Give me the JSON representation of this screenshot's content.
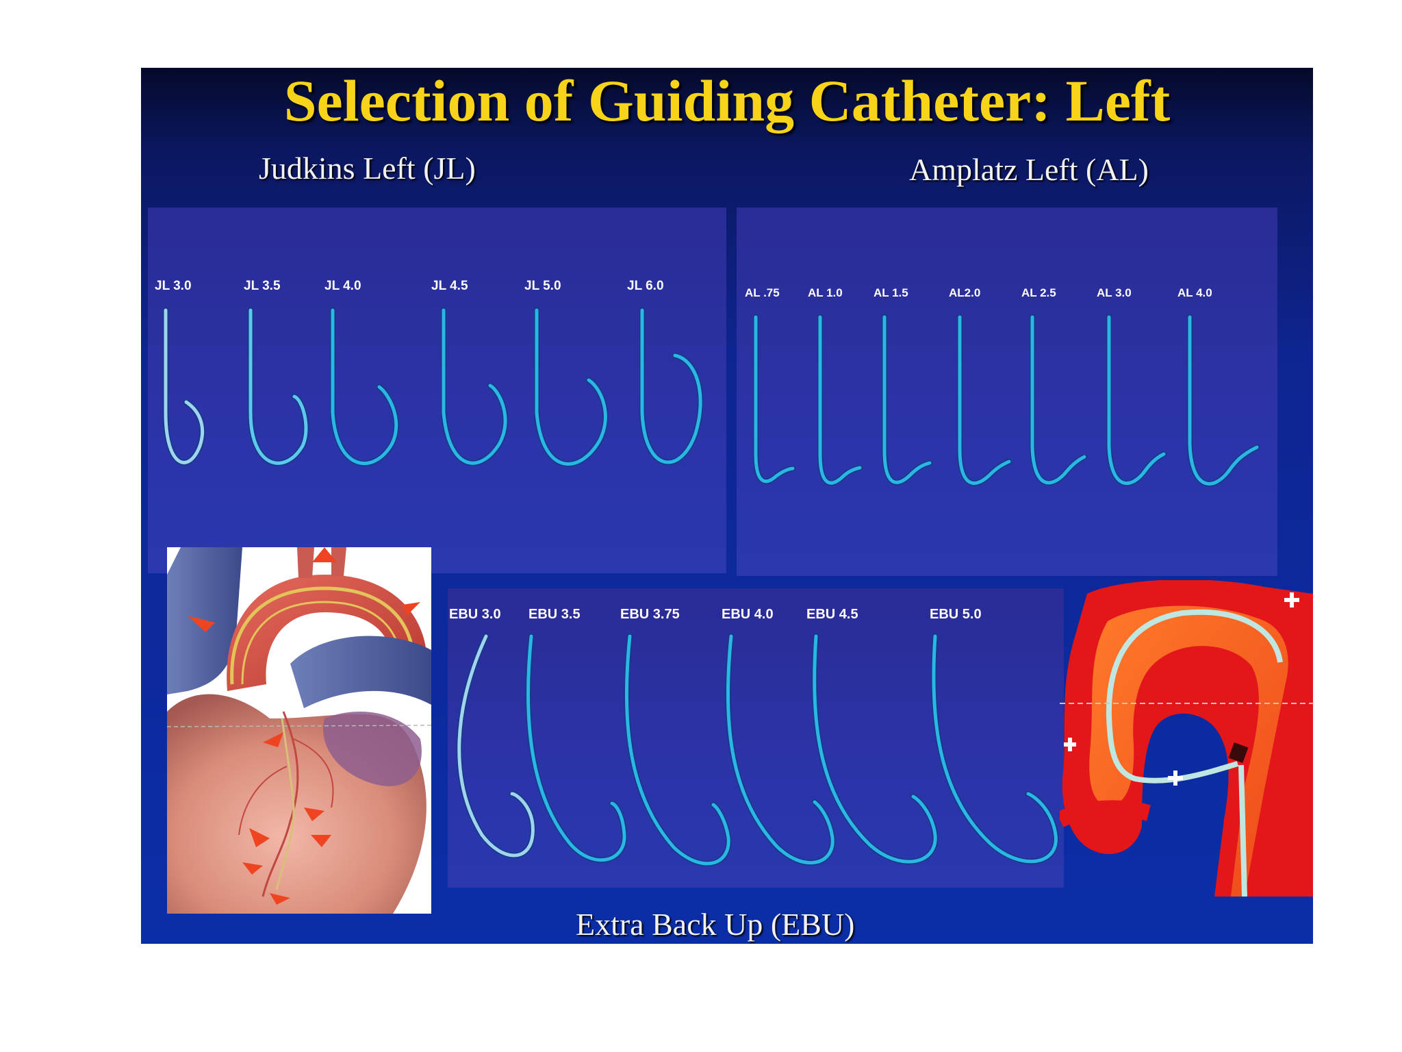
{
  "slide": {
    "title": "Selection of Guiding Catheter: Left",
    "sections": {
      "jl_title": "Judkins Left (JL)",
      "al_title": "Amplatz Left (AL)",
      "ebu_title": "Extra Back Up (EBU)"
    },
    "colors": {
      "title": "#f7d31a",
      "background": "#0e2591",
      "catheter": "#2ab7e6"
    }
  },
  "catheters": {
    "jl": [
      "JL 3.0",
      "JL 3.5",
      "JL 4.0",
      "JL 4.5",
      "JL 5.0",
      "JL 6.0"
    ],
    "al": [
      "AL .75",
      "AL 1.0",
      "AL 1.5",
      "AL2.0",
      "AL 2.5",
      "AL 3.0",
      "AL 4.0"
    ],
    "ebu": [
      "EBU 3.0",
      "EBU 3.5",
      "EBU 3.75",
      "EBU 4.0",
      "EBU 4.5",
      "EBU 5.0"
    ]
  },
  "illustrations": {
    "heart": "heart-illustration",
    "aorta": "aortic-arch-illustration"
  }
}
